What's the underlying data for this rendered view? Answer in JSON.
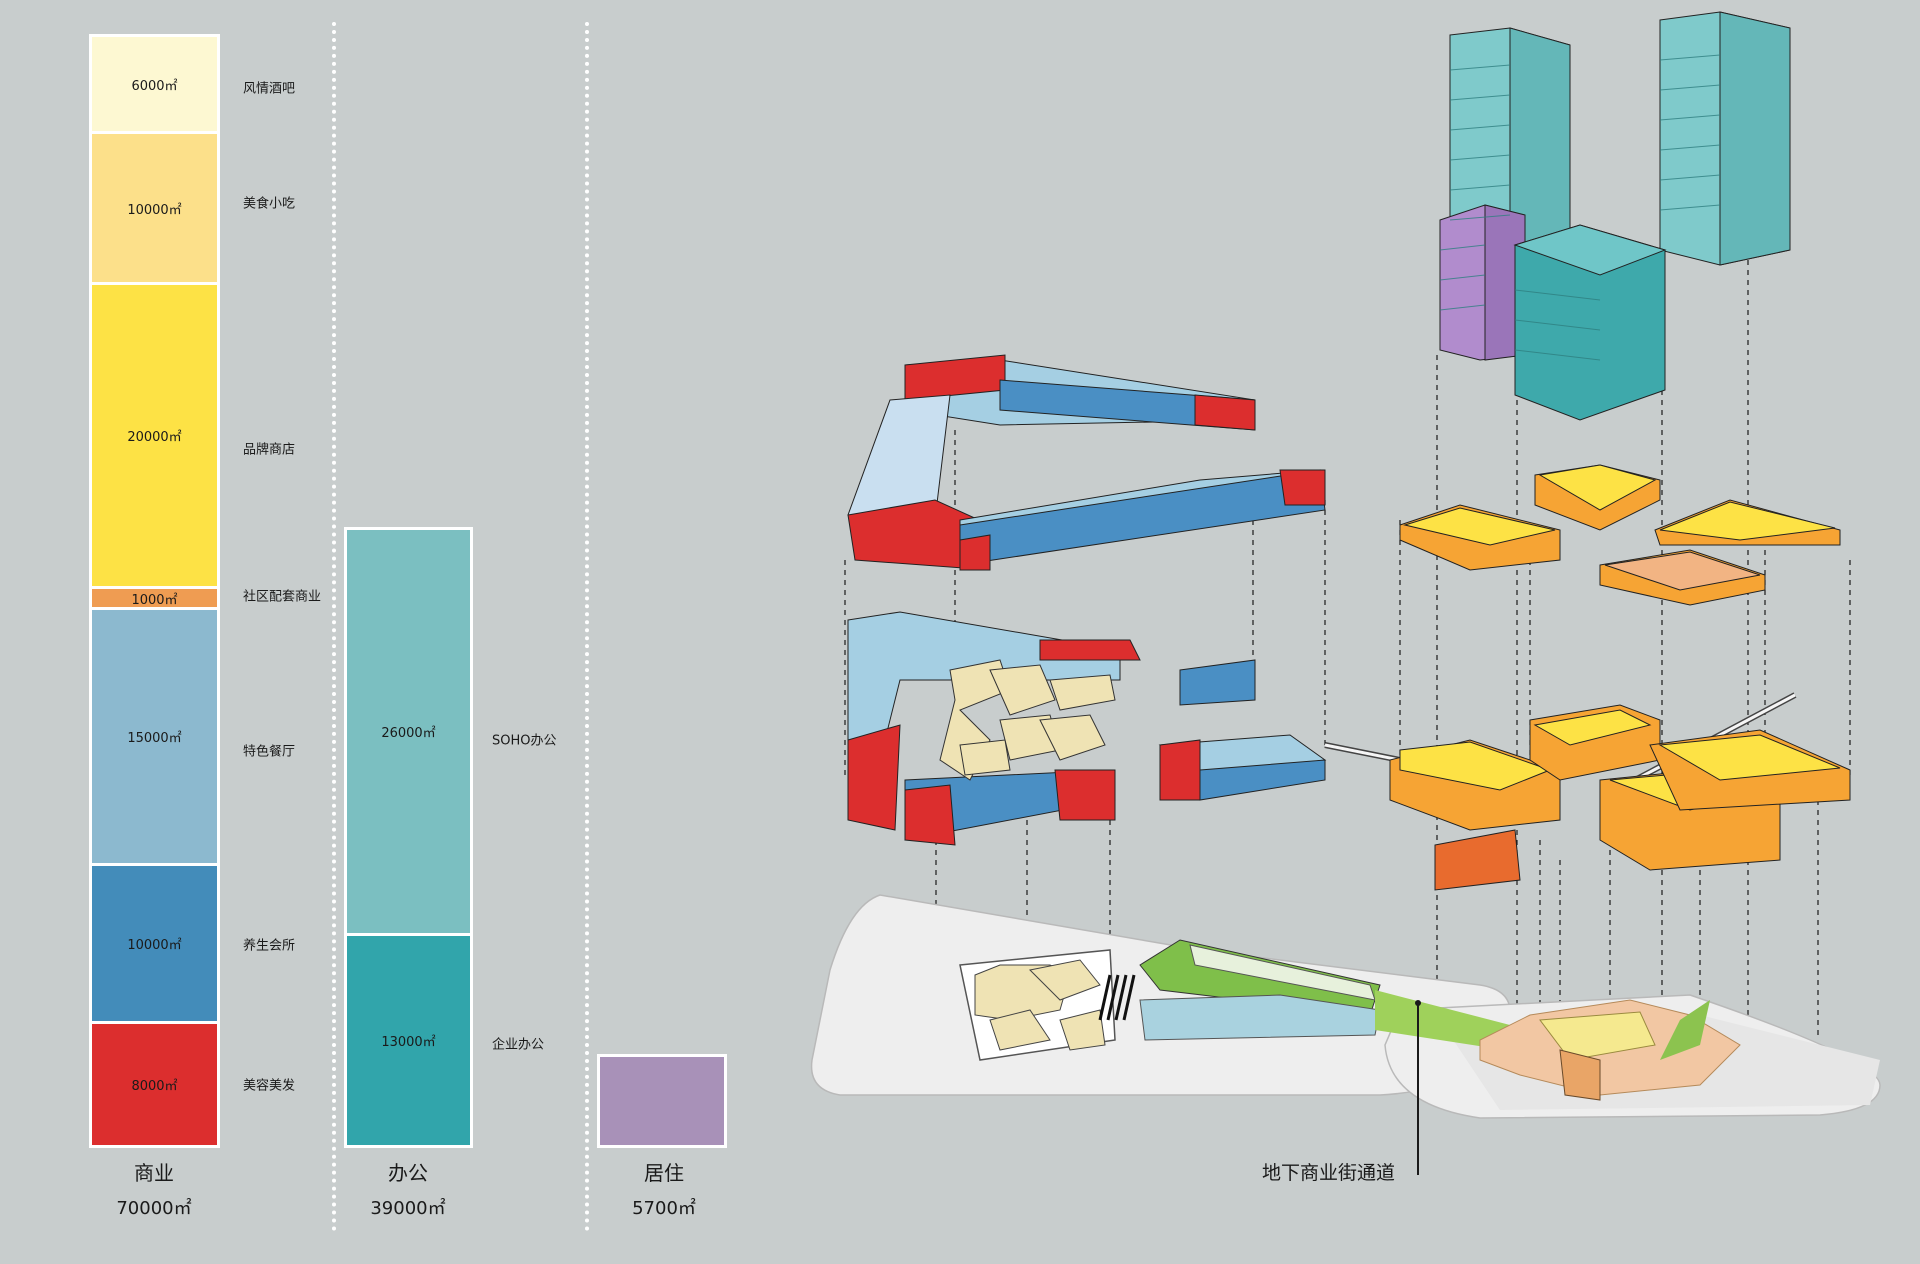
{
  "categories": [
    {
      "name": "商业",
      "total": "70000㎡",
      "segments": [
        {
          "value": "6000㎡",
          "label": "风情酒吧",
          "color": "#fdf8d2"
        },
        {
          "value": "10000㎡",
          "label": "美食小吃",
          "color": "#fce08a"
        },
        {
          "value": "20000㎡",
          "label": "品牌商店",
          "color": "#fde245"
        },
        {
          "value": "1000㎡",
          "label": "社区配套商业",
          "color": "#ef9c52"
        },
        {
          "value": "15000㎡",
          "label": "特色餐厅",
          "color": "#8cb9cf"
        },
        {
          "value": "10000㎡",
          "label": "养生会所",
          "color": "#438cba"
        },
        {
          "value": "8000㎡",
          "label": "美容美发",
          "color": "#dc2e2e"
        }
      ]
    },
    {
      "name": "办公",
      "total": "39000㎡",
      "segments": [
        {
          "value": "26000㎡",
          "label": "SOHO办公",
          "color": "#7bbfc1"
        },
        {
          "value": "13000㎡",
          "label": "企业办公",
          "color": "#31a5ab"
        }
      ]
    },
    {
      "name": "居住",
      "total": "5700㎡",
      "segments": [
        {
          "value": "",
          "label": "",
          "color": "#a891b8"
        }
      ]
    }
  ],
  "callout": "地下商业街通道"
}
